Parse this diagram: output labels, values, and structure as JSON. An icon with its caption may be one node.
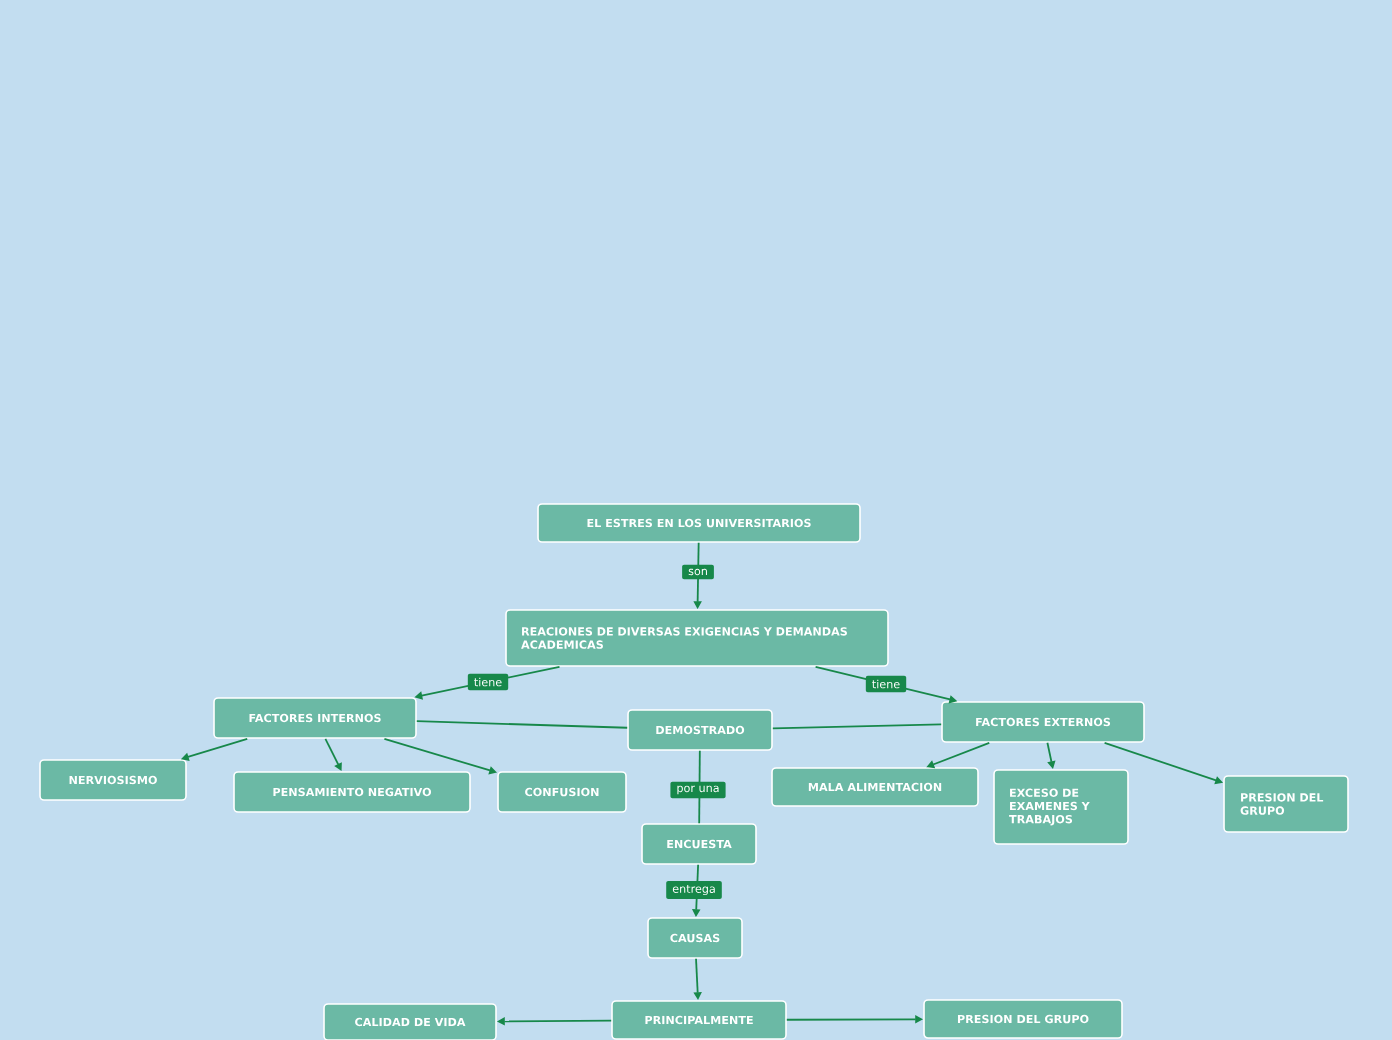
{
  "diagram": {
    "nodes": [
      {
        "text": [
          "EL ESTRES EN LOS UNIVERSITARIOS"
        ]
      },
      {
        "text": [
          "REACIONES DE DIVERSAS EXIGENCIAS Y DEMANDAS ACADEMICAS"
        ]
      },
      {
        "text": [
          "FACTORES INTERNOS"
        ]
      },
      {
        "text": [
          "DEMOSTRADO"
        ]
      },
      {
        "text": [
          "FACTORES EXTERNOS"
        ]
      },
      {
        "text": [
          "NERVIOSISMO"
        ]
      },
      {
        "text": [
          "PENSAMIENTO NEGATIVO"
        ]
      },
      {
        "text": [
          "CONFUSION"
        ]
      },
      {
        "text": [
          "MALA ALIMENTACION"
        ]
      },
      {
        "text": [
          "EXCESO DE EXAMENES Y TRABAJOS"
        ]
      },
      {
        "text": [
          "PRESION DEL GRUPO"
        ]
      },
      {
        "text": [
          "ENCUESTA"
        ]
      },
      {
        "text": [
          "CAUSAS"
        ]
      },
      {
        "text": [
          "PRINCIPALMENTE"
        ]
      },
      {
        "text": [
          "CALIDAD DE VIDA"
        ]
      },
      {
        "text": [
          "PRESION DEL GRUPO"
        ]
      }
    ],
    "edges": [
      {
        "from": 0,
        "to": 1,
        "arrow": "to",
        "label": "son"
      },
      {
        "from": 1,
        "to": 2,
        "arrow": "to",
        "label": "tiene"
      },
      {
        "from": 1,
        "to": 4,
        "arrow": "to",
        "label": "tiene"
      },
      {
        "from": 2,
        "to": 3,
        "arrow": "none"
      },
      {
        "from": 4,
        "to": 3,
        "arrow": "none"
      },
      {
        "from": 2,
        "to": 5,
        "arrow": "to"
      },
      {
        "from": 2,
        "to": 6,
        "arrow": "to"
      },
      {
        "from": 2,
        "to": 7,
        "arrow": "to"
      },
      {
        "from": 4,
        "to": 8,
        "arrow": "to"
      },
      {
        "from": 4,
        "to": 9,
        "arrow": "to"
      },
      {
        "from": 4,
        "to": 10,
        "arrow": "to"
      },
      {
        "from": 3,
        "to": 11,
        "arrow": "none",
        "label": "por una"
      },
      {
        "from": 11,
        "to": 12,
        "arrow": "to",
        "label": "entrega"
      },
      {
        "from": 12,
        "to": 13,
        "arrow": "to"
      },
      {
        "from": 13,
        "to": 14,
        "arrow": "to"
      },
      {
        "from": 13,
        "to": 15,
        "arrow": "to"
      }
    ]
  }
}
